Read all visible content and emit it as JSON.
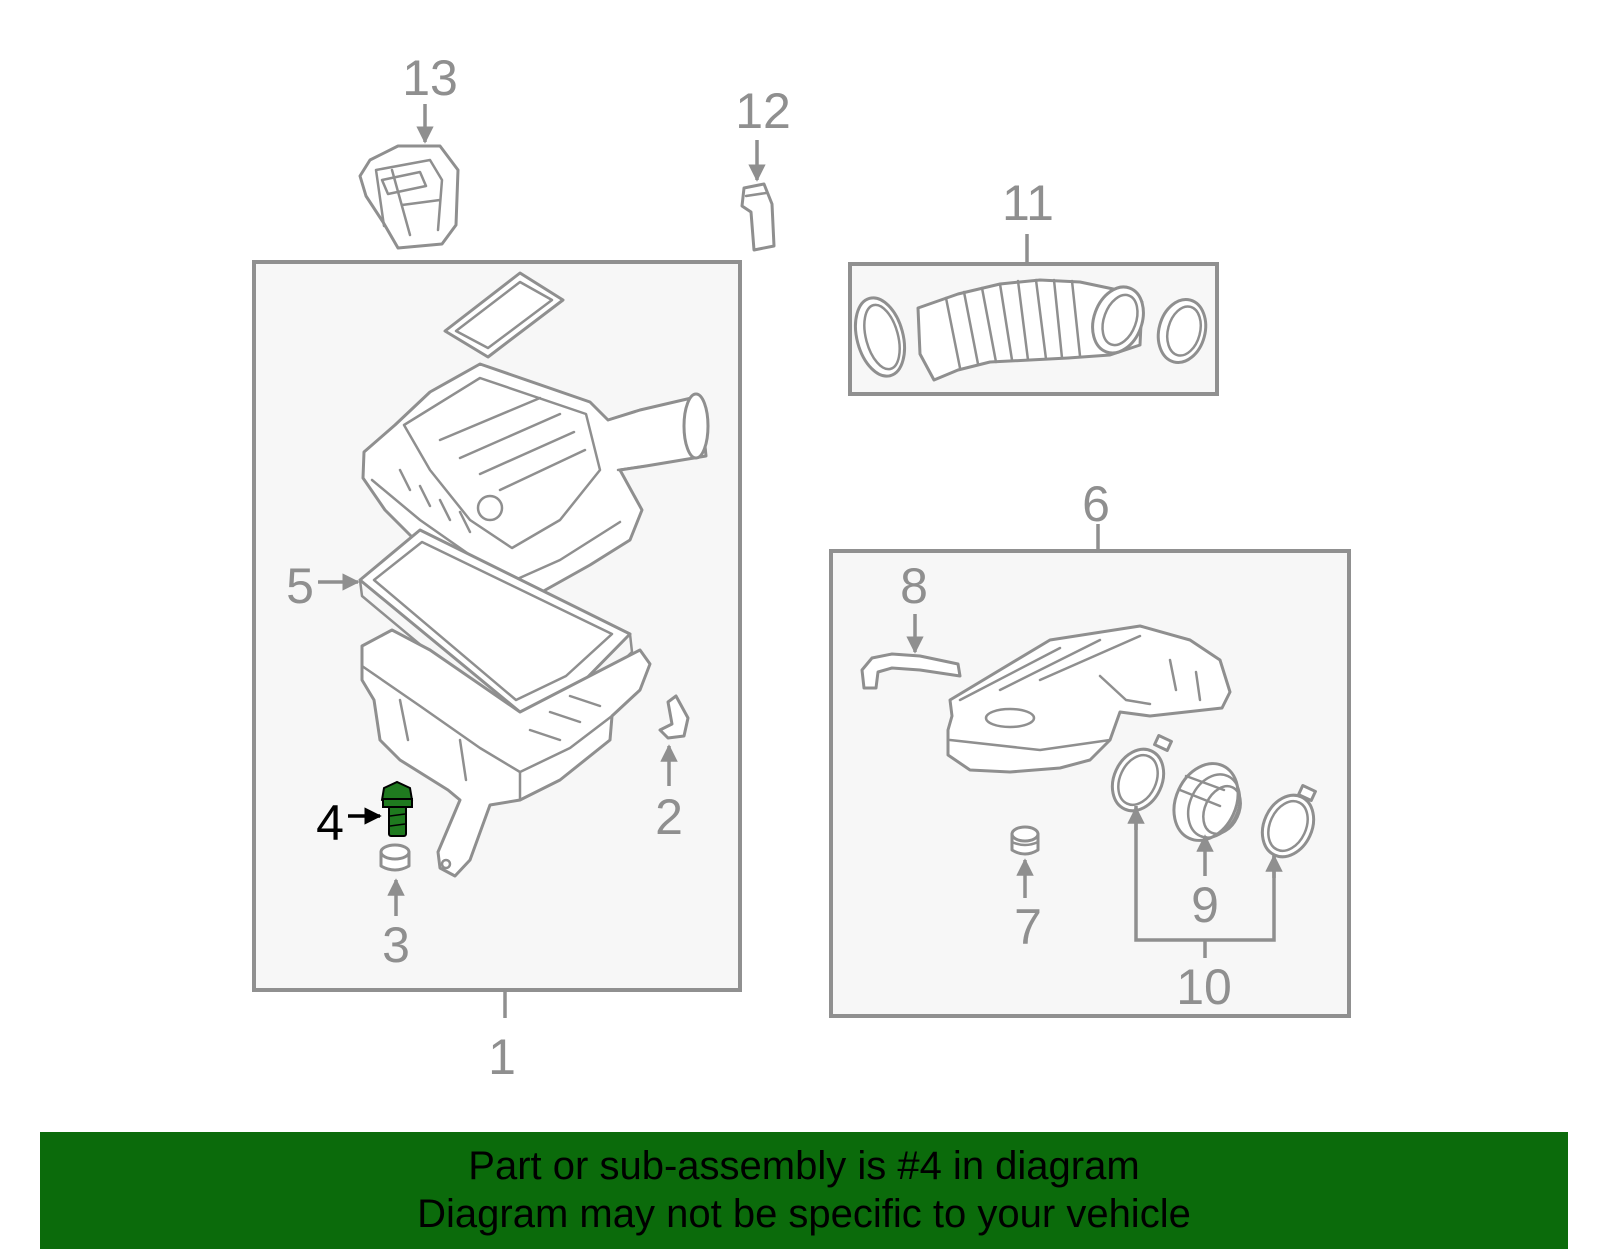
{
  "diagram": {
    "highlight_part": "4",
    "highlight_color": "#1f7a1f",
    "line_color": "#8f8f8f",
    "callouts": {
      "c1": "1",
      "c2": "2",
      "c3": "3",
      "c4": "4",
      "c5": "5",
      "c6": "6",
      "c7": "7",
      "c8": "8",
      "c9": "9",
      "c10": "10",
      "c11": "11",
      "c12": "12",
      "c13": "13"
    }
  },
  "banner": {
    "background": "#0b6b0b",
    "line1": "Part or sub-assembly is #4 in diagram",
    "line2": "Diagram may not be specific to your vehicle"
  }
}
